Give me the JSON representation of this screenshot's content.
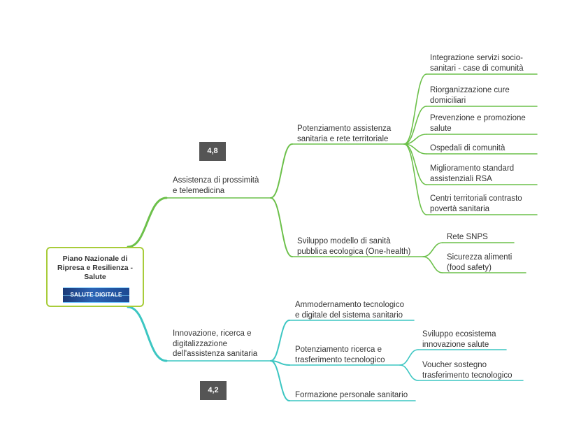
{
  "root": {
    "title": "Piano Nazionale di\nRipresa e Resilienza -\nSalute",
    "banner": "SALUTE DIGITALE"
  },
  "colors": {
    "green_branch": "#6cc04a",
    "teal_branch": "#3cc6c2",
    "root_border": "#a8cc3a",
    "badge_bg": "#555555"
  },
  "badges": {
    "top": "4,8",
    "bottom": "4,2"
  },
  "branch1": {
    "label": "Assistenza di prossimità\ne telemedicina",
    "sub1": {
      "label": "Potenziamento assistenza\nsanitaria e rete territoriale",
      "leaves": [
        "Integrazione servizi socio-\nsanitari - case di comunità",
        "Riorganizzazione cure\ndomiciliari",
        "Prevenzione e promozione\nsalute",
        "Ospedali di comunità",
        "Miglioramento standard\nassistenziali RSA",
        "Centri territoriali contrasto\npovertà sanitaria"
      ]
    },
    "sub2": {
      "label": "Sviluppo modello di sanità\npubblica ecologica (One-health)",
      "leaves": [
        "Rete SNPS",
        "Sicurezza alimenti\n(food safety)"
      ]
    }
  },
  "branch2": {
    "label": "Innovazione, ricerca e\ndigitalizzazione\ndell'assistenza sanitaria",
    "sub1": {
      "label": "Ammodernamento tecnologico\ne digitale del sistema sanitario"
    },
    "sub2": {
      "label": "Potenziamento ricerca e\ntrasferimento tecnologico",
      "leaves": [
        "Sviluppo ecosistema\ninnovazione salute",
        "Voucher sostegno\ntrasferimento tecnologico"
      ]
    },
    "sub3": {
      "label": "Formazione personale sanitario"
    }
  }
}
